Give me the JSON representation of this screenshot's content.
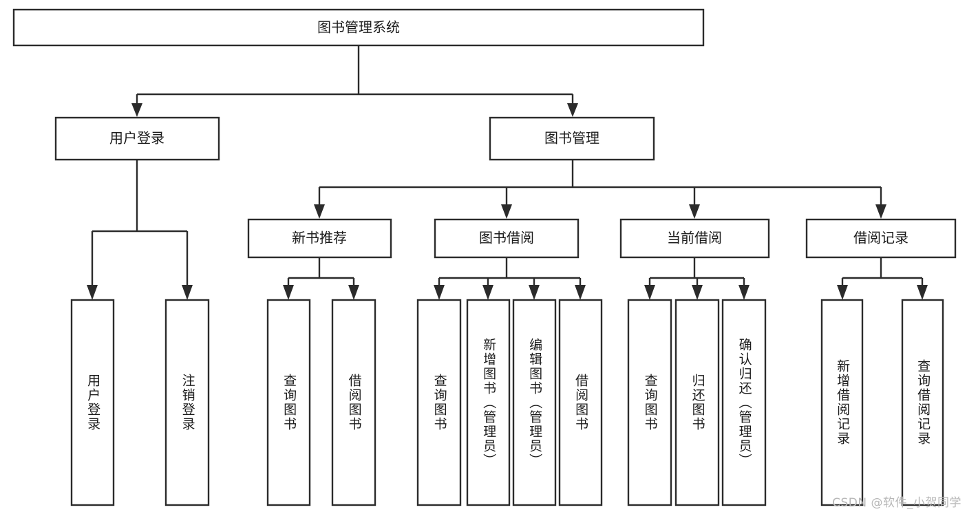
{
  "diagram": {
    "title": "图书管理系统",
    "type": "tree",
    "root": {
      "label": "图书管理系统",
      "level": 0
    },
    "level2": [
      {
        "label": "用户登录"
      },
      {
        "label": "图书管理"
      }
    ],
    "level3": [
      {
        "label": "新书推荐"
      },
      {
        "label": "图书借阅"
      },
      {
        "label": "当前借阅"
      },
      {
        "label": "借阅记录"
      }
    ],
    "leaves": {
      "user_login": [
        {
          "label": "用户登录"
        },
        {
          "label": "注销登录"
        }
      ],
      "new_book_recommend": [
        {
          "label": "查询图书"
        },
        {
          "label": "借阅图书"
        }
      ],
      "book_borrow": [
        {
          "label": "查询图书"
        },
        {
          "label": "新增图书（管理员）"
        },
        {
          "label": "编辑图书（管理员）"
        },
        {
          "label": "借阅图书"
        }
      ],
      "current_borrow": [
        {
          "label": "查询图书"
        },
        {
          "label": "归还图书"
        },
        {
          "label": "确认归还（管理员）"
        }
      ],
      "borrow_records": [
        {
          "label": "新增借阅记录"
        },
        {
          "label": "查询借阅记录"
        }
      ]
    }
  },
  "watermark": {
    "text": "CSDN @软件_小贺同学"
  },
  "colors": {
    "stroke": "#2b2b2b",
    "fill": "#ffffff",
    "text": "#1c1c1c",
    "watermark": "#b7b7b7"
  }
}
